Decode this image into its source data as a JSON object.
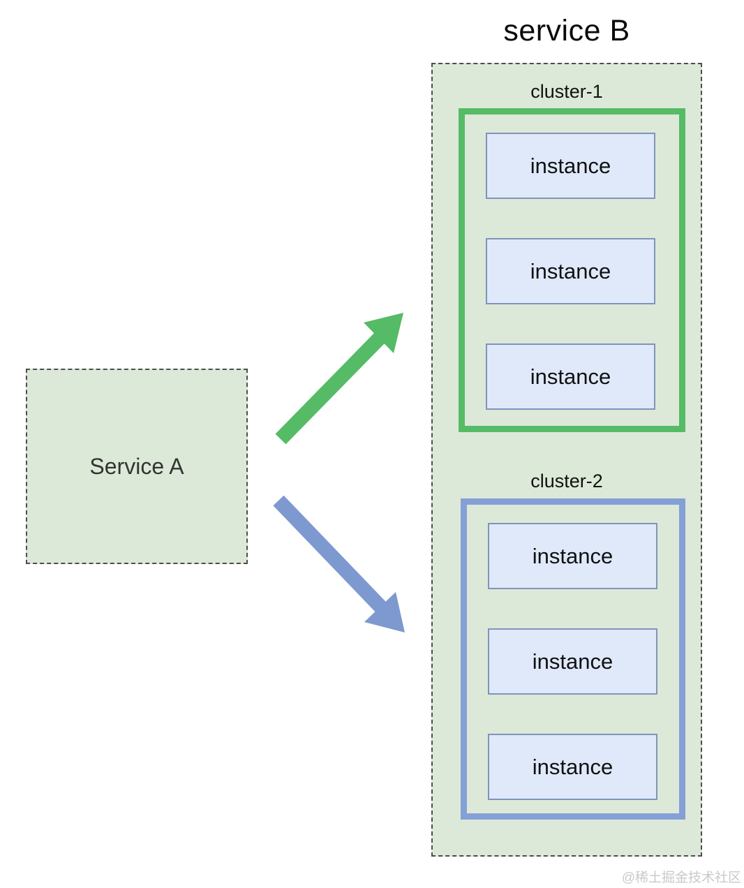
{
  "service_b": {
    "title": "service B",
    "clusters": [
      {
        "label": "cluster-1",
        "border_color": "#55bb66",
        "instances": [
          "instance",
          "instance",
          "instance"
        ]
      },
      {
        "label": "cluster-2",
        "border_color": "#84a0d6",
        "instances": [
          "instance",
          "instance",
          "instance"
        ]
      }
    ]
  },
  "service_a": {
    "label": "Service A"
  },
  "arrows": [
    {
      "name": "arrow-to-cluster-1",
      "color": "#55bb66"
    },
    {
      "name": "arrow-to-cluster-2",
      "color": "#7d99cf"
    }
  ],
  "watermark": "@稀土掘金技术社区",
  "colors": {
    "container_fill": "#dde9d8",
    "instance_fill": "#dfe9fa",
    "instance_border": "#8093bb",
    "dashed_border": "#4d4d4d",
    "title_text": "#0a0a0a"
  }
}
